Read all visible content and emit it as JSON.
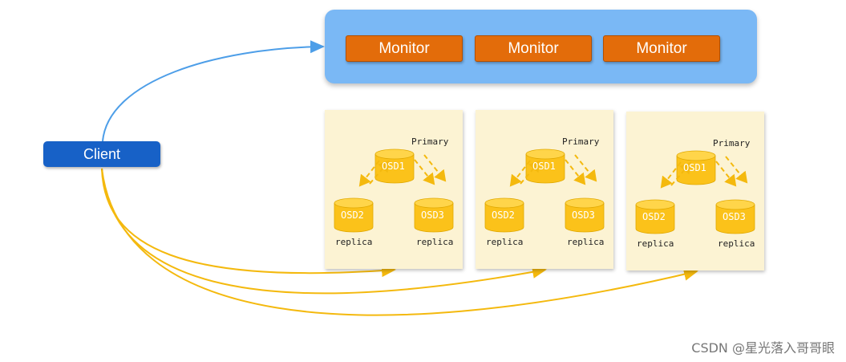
{
  "monitors": [
    "Monitor",
    "Monitor",
    "Monitor"
  ],
  "client": "Client",
  "pgs": [
    {
      "primary": "Primary",
      "osd1": "OSD1",
      "osd2": "OSD2",
      "osd3": "OSD3",
      "replica_left": "replica",
      "replica_right": "replica"
    },
    {
      "primary": "Primary",
      "osd1": "OSD1",
      "osd2": "OSD2",
      "osd3": "OSD3",
      "replica_left": "replica",
      "replica_right": "replica"
    },
    {
      "primary": "Primary",
      "osd1": "OSD1",
      "osd2": "OSD2",
      "osd3": "OSD3",
      "replica_left": "replica",
      "replica_right": "replica"
    }
  ],
  "watermark": "CSDN @星光落入哥哥眼",
  "colors": {
    "monitor_panel": "#7ab8f5",
    "monitor": "#e36c0a",
    "client": "#1761c7",
    "pg_box": "#fcf3d3",
    "osd": "#fbc21a",
    "client_to_monitor_arrow": "#4d9ee8",
    "client_to_pg_arrow": "#f4b90e"
  }
}
